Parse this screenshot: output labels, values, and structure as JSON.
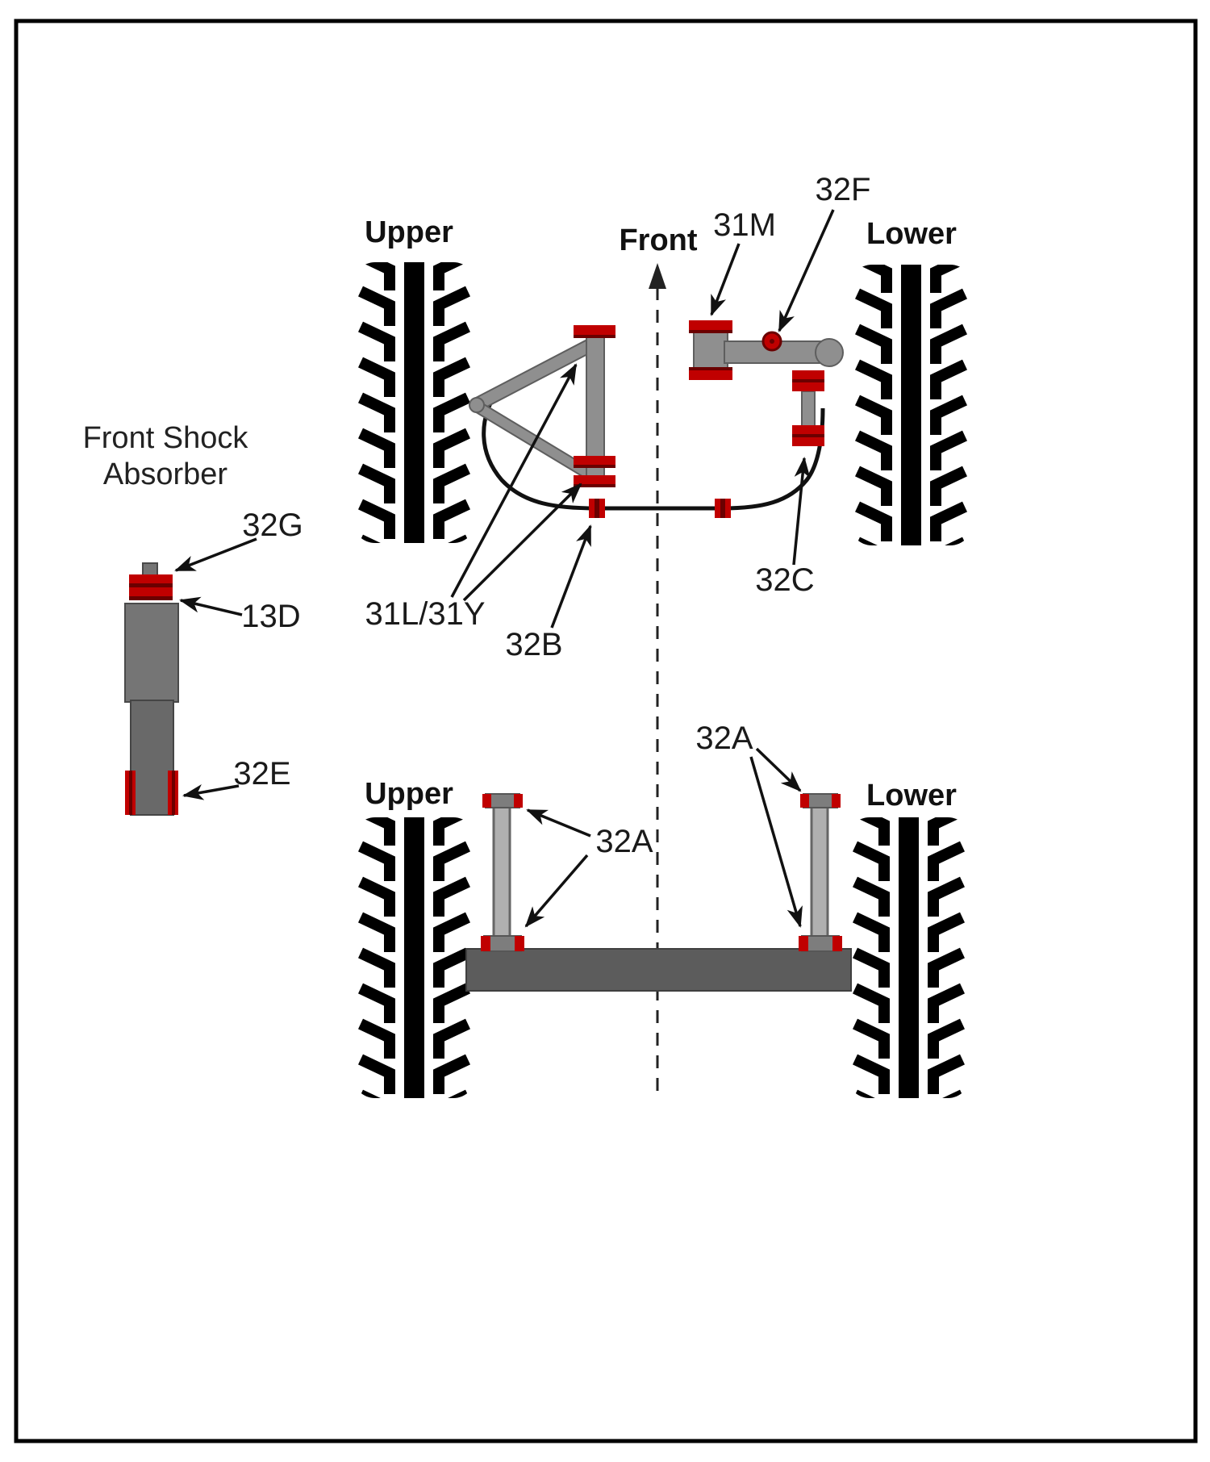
{
  "colors": {
    "red": "#c00000",
    "darkred": "#6b0000",
    "ink": "#1a1a1a"
  },
  "shock": {
    "title_line1": "Front Shock",
    "title_line2": "Absorber",
    "label_32g": "32G",
    "label_13d": "13D",
    "label_32e": "32E"
  },
  "top_view": {
    "upper": "Upper",
    "front": "Front",
    "label_31m": "31M",
    "label_32f": "32F",
    "lower": "Lower",
    "label_31l_31y": "31L/31Y",
    "label_32b": "32B",
    "label_32c": "32C"
  },
  "bottom_view": {
    "upper": "Upper",
    "lower": "Lower",
    "label_32a_right": "32A",
    "label_32a_left": "32A"
  }
}
